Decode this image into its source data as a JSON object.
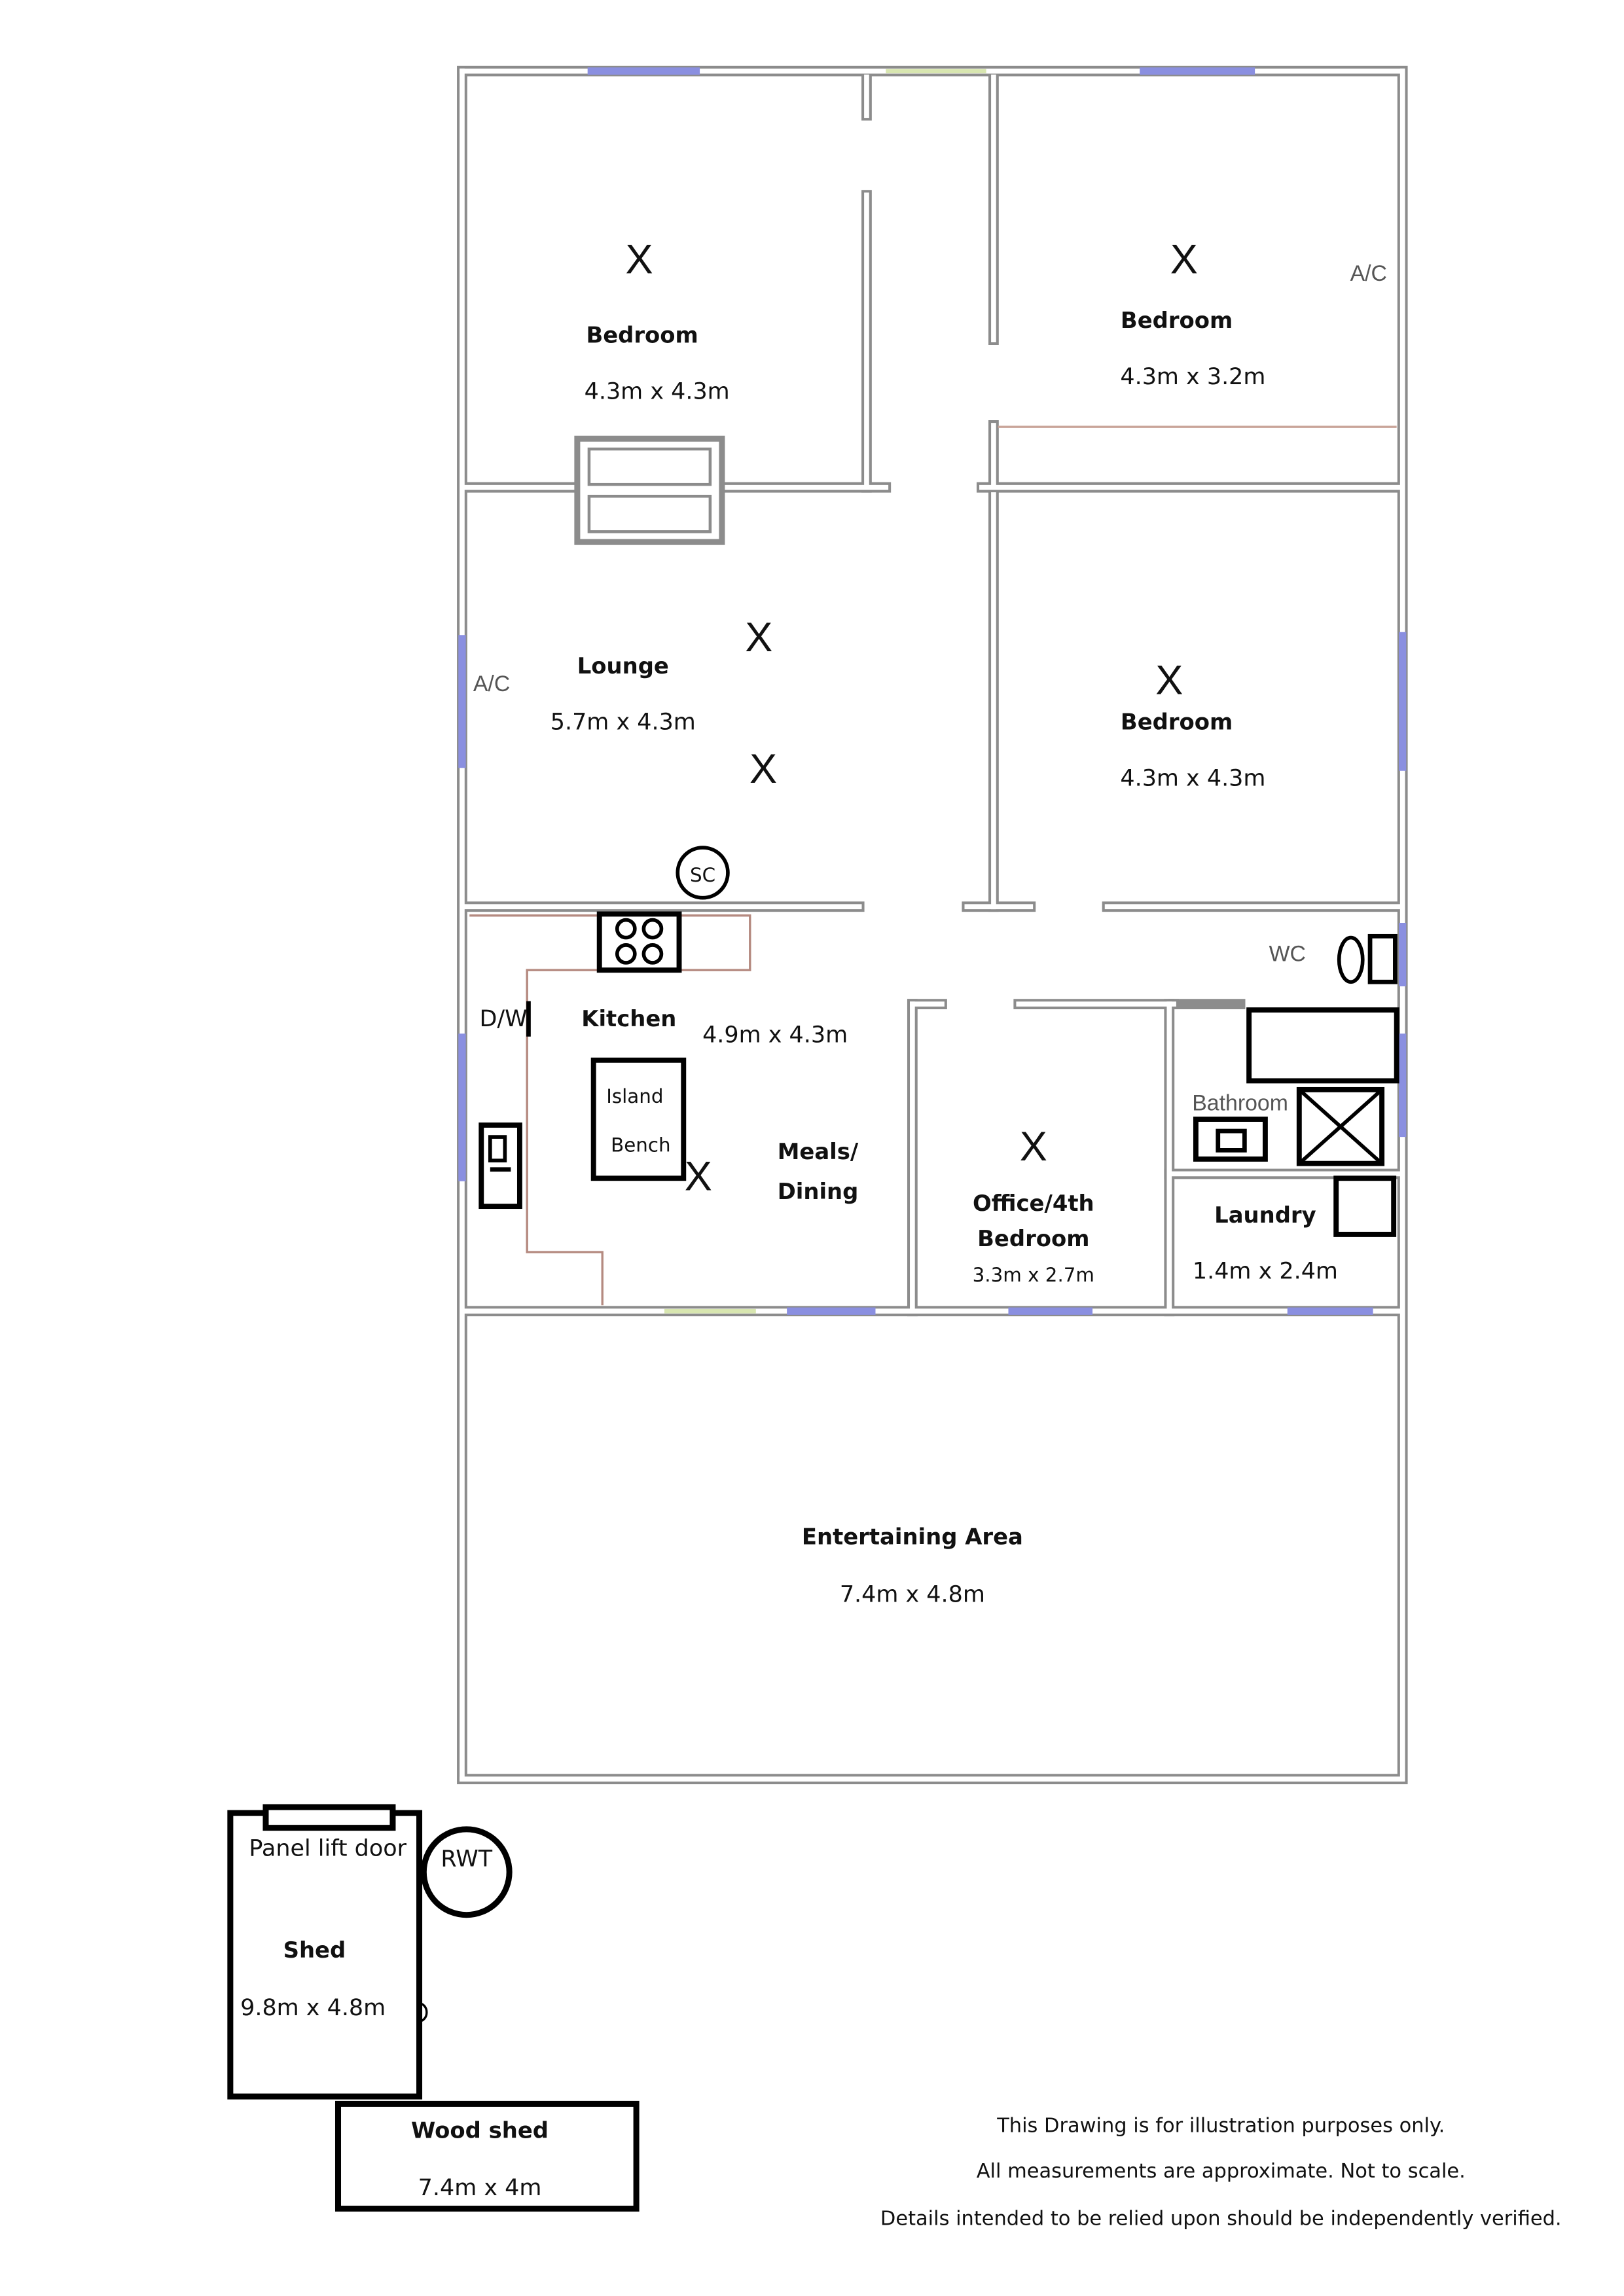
{
  "rooms": {
    "bedroom1": {
      "label": "Bedroom",
      "dims": "4.3m x 4.3m"
    },
    "bedroom2": {
      "label": "Bedroom",
      "dims": "4.3m x 3.2m"
    },
    "bedroom3": {
      "label": "Bedroom",
      "dims": "4.3m x 4.3m"
    },
    "lounge": {
      "label": "Lounge",
      "dims": "5.7m x 4.3m"
    },
    "kitchen": {
      "label": "Kitchen",
      "dims": "4.9m x 4.3m"
    },
    "meals": {
      "label_line1": "Meals/",
      "label_line2": "Dining"
    },
    "office": {
      "label_line1": "Office/4th",
      "label_line2": "Bedroom",
      "dims": "3.3m x 2.7m"
    },
    "laundry": {
      "label": "Laundry",
      "dims": "1.4m x 2.4m"
    },
    "bathroom": {
      "label": "Bathroom"
    },
    "wc": {
      "label": "WC"
    },
    "entertaining": {
      "label": "Entertaining Area",
      "dims": "7.4m x 4.8m"
    },
    "shed": {
      "label": "Shed",
      "dims": "9.8m x 4.8m",
      "door_label": "Panel lift door"
    },
    "woodshed": {
      "label": "Wood shed",
      "dims": "7.4m x 4m"
    }
  },
  "fixtures": {
    "ac": "A/C",
    "dishwasher": "D/W",
    "sc": "SC",
    "island_line1": "Island",
    "island_line2": "Bench",
    "rwt": "RWT",
    "x_mark": "X",
    "door_mark": "D"
  },
  "disclaimer": [
    "This Drawing is for illustration purposes only.",
    "All measurements are approximate. Not to scale.",
    "Details intended to be relied upon should be independently verified."
  ]
}
